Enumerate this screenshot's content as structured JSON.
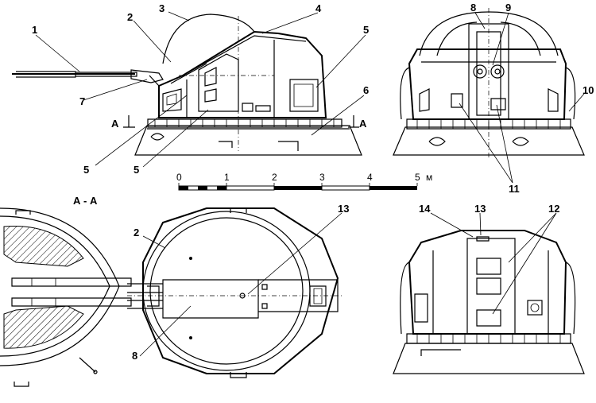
{
  "callouts": {
    "c1": "1",
    "c2": "2",
    "c3": "3",
    "c4": "4",
    "c5": "5",
    "c6": "6",
    "c7": "7",
    "c8": "8",
    "c9": "9",
    "c10": "10",
    "c11": "11",
    "c12": "12",
    "c13": "13",
    "c14": "14"
  },
  "section": {
    "title": "А - А",
    "mark": "А"
  },
  "scale": {
    "ticks": [
      "0",
      "1",
      "2",
      "3",
      "4",
      "5"
    ],
    "unit": "м"
  }
}
